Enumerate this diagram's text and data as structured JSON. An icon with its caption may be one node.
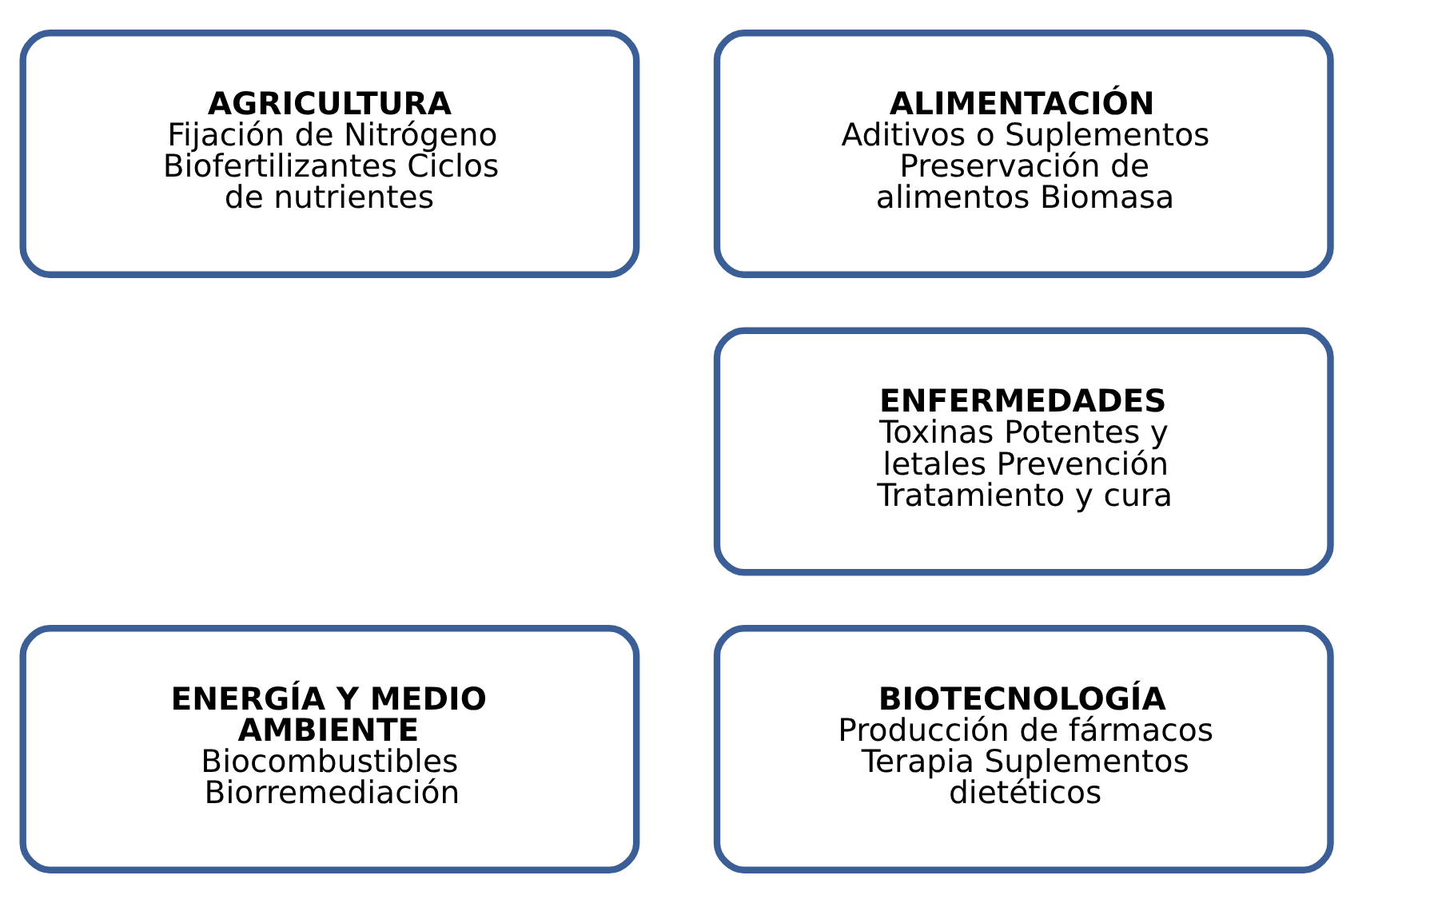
{
  "diagram": {
    "nodes": [
      {
        "text": [
          "AGRICULTURA",
          "Fijación de Nitrógeno Biofertilizantes Ciclos de nutrientes"
        ]
      },
      {
        "text": [
          "ALIMENTACIÓN",
          "Aditivos o Suplementos Preservación de alimentos Biomasa"
        ]
      },
      {
        "text": [
          "ENFERMEDADES",
          "Toxinas Potentes y letales Prevención Tratamiento y cura"
        ]
      },
      {
        "text": [
          "ENERGÍA Y MEDIO AMBIENTE",
          "Biocombustibles Biorremediación"
        ]
      },
      {
        "text": [
          "BIOTECNOLOGÍA",
          "Producción de fármacos Terapia Suplementos dietéticos"
        ]
      }
    ],
    "edges": []
  }
}
